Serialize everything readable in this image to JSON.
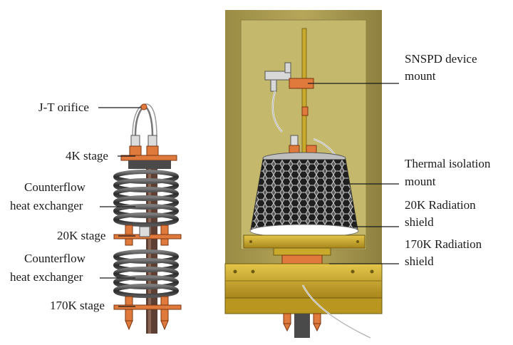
{
  "figure": {
    "left_labels": {
      "jt_orifice": "J-T orifice",
      "stage_4k": "4K stage",
      "counterflow_1_line1": "Counterflow",
      "counterflow_1_line2": "heat exchanger",
      "stage_20k": "20K stage",
      "counterflow_2_line1": "Counterflow",
      "counterflow_2_line2": "heat exchanger",
      "stage_170k": "170K stage"
    },
    "right_labels": {
      "snspd_line1": "SNSPD device",
      "snspd_line2": "mount",
      "thermal_line1": "Thermal isolation",
      "thermal_line2": "mount",
      "rad20_line1": "20K Radiation",
      "rad20_line2": "shield",
      "rad170_line1": "170K Radiation",
      "rad170_line2": "shield"
    }
  },
  "colors": {
    "outer_shield": "#a89a4e",
    "inner_shield": "#c8bb70",
    "gold_plate": "#c9a92b",
    "copper": "#e07a3c",
    "coil_dark": "#3d3d3d",
    "rod": "#6b4a3a"
  }
}
